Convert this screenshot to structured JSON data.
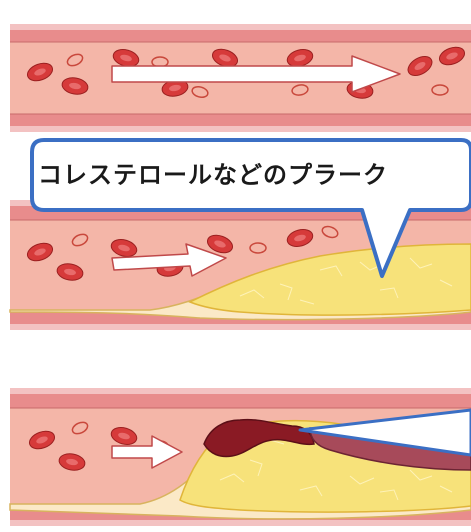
{
  "callout": {
    "label": "コレステロールなどのプラーク"
  },
  "stages": [
    {
      "name": "healthy-artery",
      "flow": "normal"
    },
    {
      "name": "narrowed-artery",
      "flow": "reduced",
      "plaque": "cholesterol"
    },
    {
      "name": "ruptured-plaque-artery",
      "flow": "blocked",
      "plaque": "ruptured",
      "clot": true
    }
  ],
  "colors": {
    "vessel_wall": "#e88c8c",
    "vessel_outer": "#f5c9c9",
    "lumen": "#f4b6a8",
    "red_cell": "#d63a3a",
    "plaque": "#f7e27a",
    "clot": "#8a1a24",
    "callout_border": "#3b6fc4",
    "arrow_fill": "#ffffff"
  },
  "icons": [
    "flow-arrow-icon",
    "red-blood-cell-icon"
  ]
}
